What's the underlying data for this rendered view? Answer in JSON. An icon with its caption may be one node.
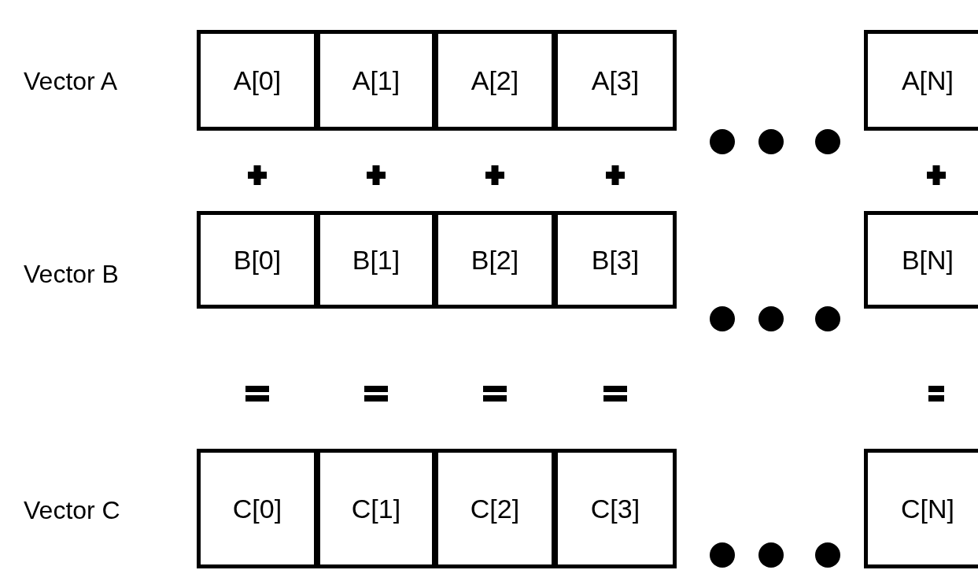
{
  "diagram": {
    "nodes": [
      {
        "text": [
          "A[0]"
        ]
      },
      {
        "text": [
          "A[1]"
        ]
      },
      {
        "text": [
          "A[2]"
        ]
      },
      {
        "text": [
          "A[3]"
        ]
      },
      {
        "text": [
          "A[N]"
        ]
      },
      {
        "text": [
          "B[0]"
        ]
      },
      {
        "text": [
          "B[1]"
        ]
      },
      {
        "text": [
          "B[2]"
        ]
      },
      {
        "text": [
          "B[3]"
        ]
      },
      {
        "text": [
          "B[N]"
        ]
      },
      {
        "text": [
          "C[0]"
        ]
      },
      {
        "text": [
          "C[1]"
        ]
      },
      {
        "text": [
          "C[2]"
        ]
      },
      {
        "text": [
          "C[3]"
        ]
      },
      {
        "text": [
          "C[N]"
        ]
      }
    ],
    "edges": [],
    "labels": [
      "Vector A",
      "Vector B",
      "Vector C"
    ]
  }
}
